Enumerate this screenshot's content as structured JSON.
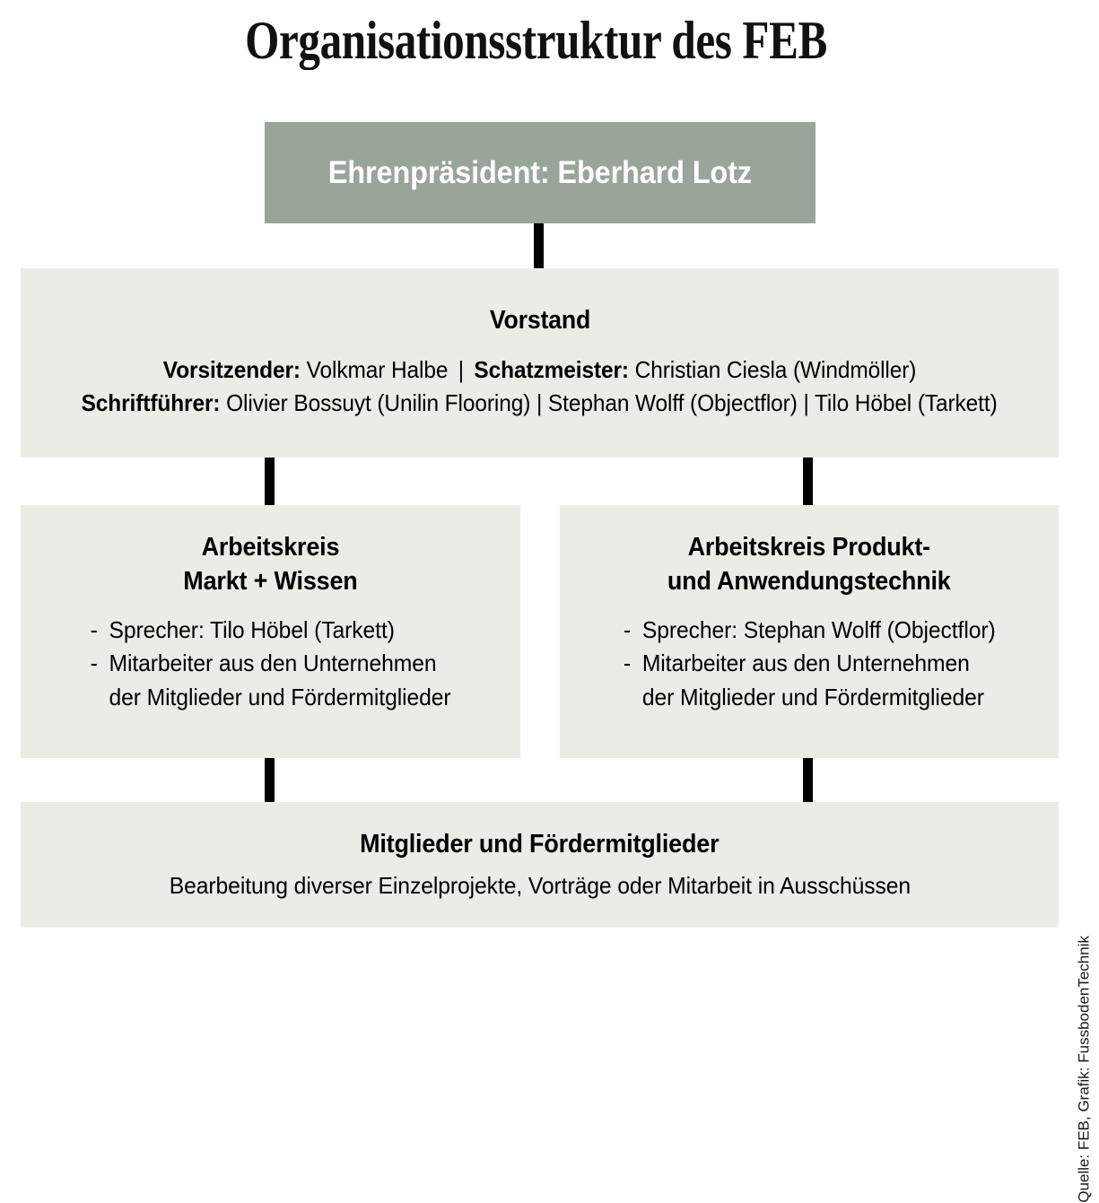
{
  "title": "Organisationsstruktur des FEB",
  "colors": {
    "box_background": "#ECEBE6",
    "honorary_background": "#99A599",
    "connector": "#000000",
    "page_background": "#FFFFFF",
    "text": "#000000",
    "honorary_text": "#FFFFFF"
  },
  "honorary": {
    "headline": "Ehrenpräsident: Eberhard Lotz"
  },
  "board": {
    "title": "Vorstand",
    "line1": {
      "role1_label": "Vorsitzender:",
      "role1_value": "Volkmar Halbe",
      "separator": "|",
      "role2_label": "Schatzmeister:",
      "role2_value": "Christian Ciesla (Windmöller)"
    },
    "line2": {
      "role_label": "Schriftführer:",
      "value": "Olivier Bossuyt (Unilin Flooring) | Stephan Wolff (Objectflor) | Tilo Höbel (Tarkett)"
    }
  },
  "working_groups": [
    {
      "title_line1": "Arbeitskreis",
      "title_line2": "Markt + Wissen",
      "items": [
        {
          "dash": "-",
          "text": "Sprecher: Tilo Höbel (Tarkett)",
          "continuation": ""
        },
        {
          "dash": "-",
          "text": "Mitarbeiter aus den Unternehmen",
          "continuation": "der Mitglieder und Fördermitglieder"
        }
      ]
    },
    {
      "title_line1": "Arbeitskreis Produkt-",
      "title_line2": "und Anwendungstechnik",
      "items": [
        {
          "dash": "-",
          "text": "Sprecher: Stephan Wolff (Objectflor)",
          "continuation": ""
        },
        {
          "dash": "-",
          "text": "Mitarbeiter aus den Unternehmen",
          "continuation": "der Mitglieder und Fördermitglieder"
        }
      ]
    }
  ],
  "members": {
    "title": "Mitglieder und Fördermitglieder",
    "subtitle": "Bearbeitung diverser Einzelprojekte, Vorträge oder Mitarbeit in Ausschüssen"
  },
  "source": "Quelle: FEB, Grafik: FussbodenTechnik",
  "chart_data": {
    "type": "diagram",
    "diagram_type": "organizational-chart",
    "title": "Organisationsstruktur des FEB",
    "nodes": [
      {
        "id": "honorary",
        "label": "Ehrenpräsident: Eberhard Lotz",
        "level": 0,
        "style": "green-filled"
      },
      {
        "id": "board",
        "label": "Vorstand",
        "level": 1,
        "style": "gray-filled"
      },
      {
        "id": "wg-market",
        "label": "Arbeitskreis Markt + Wissen",
        "level": 2,
        "style": "gray-filled"
      },
      {
        "id": "wg-tech",
        "label": "Arbeitskreis Produkt- und Anwendungstechnik",
        "level": 2,
        "style": "gray-filled"
      },
      {
        "id": "members",
        "label": "Mitglieder und Fördermitglieder",
        "level": 3,
        "style": "gray-filled"
      }
    ],
    "edges": [
      {
        "from": "honorary",
        "to": "board"
      },
      {
        "from": "board",
        "to": "wg-market"
      },
      {
        "from": "board",
        "to": "wg-tech"
      },
      {
        "from": "wg-market",
        "to": "members"
      },
      {
        "from": "wg-tech",
        "to": "members"
      }
    ]
  }
}
